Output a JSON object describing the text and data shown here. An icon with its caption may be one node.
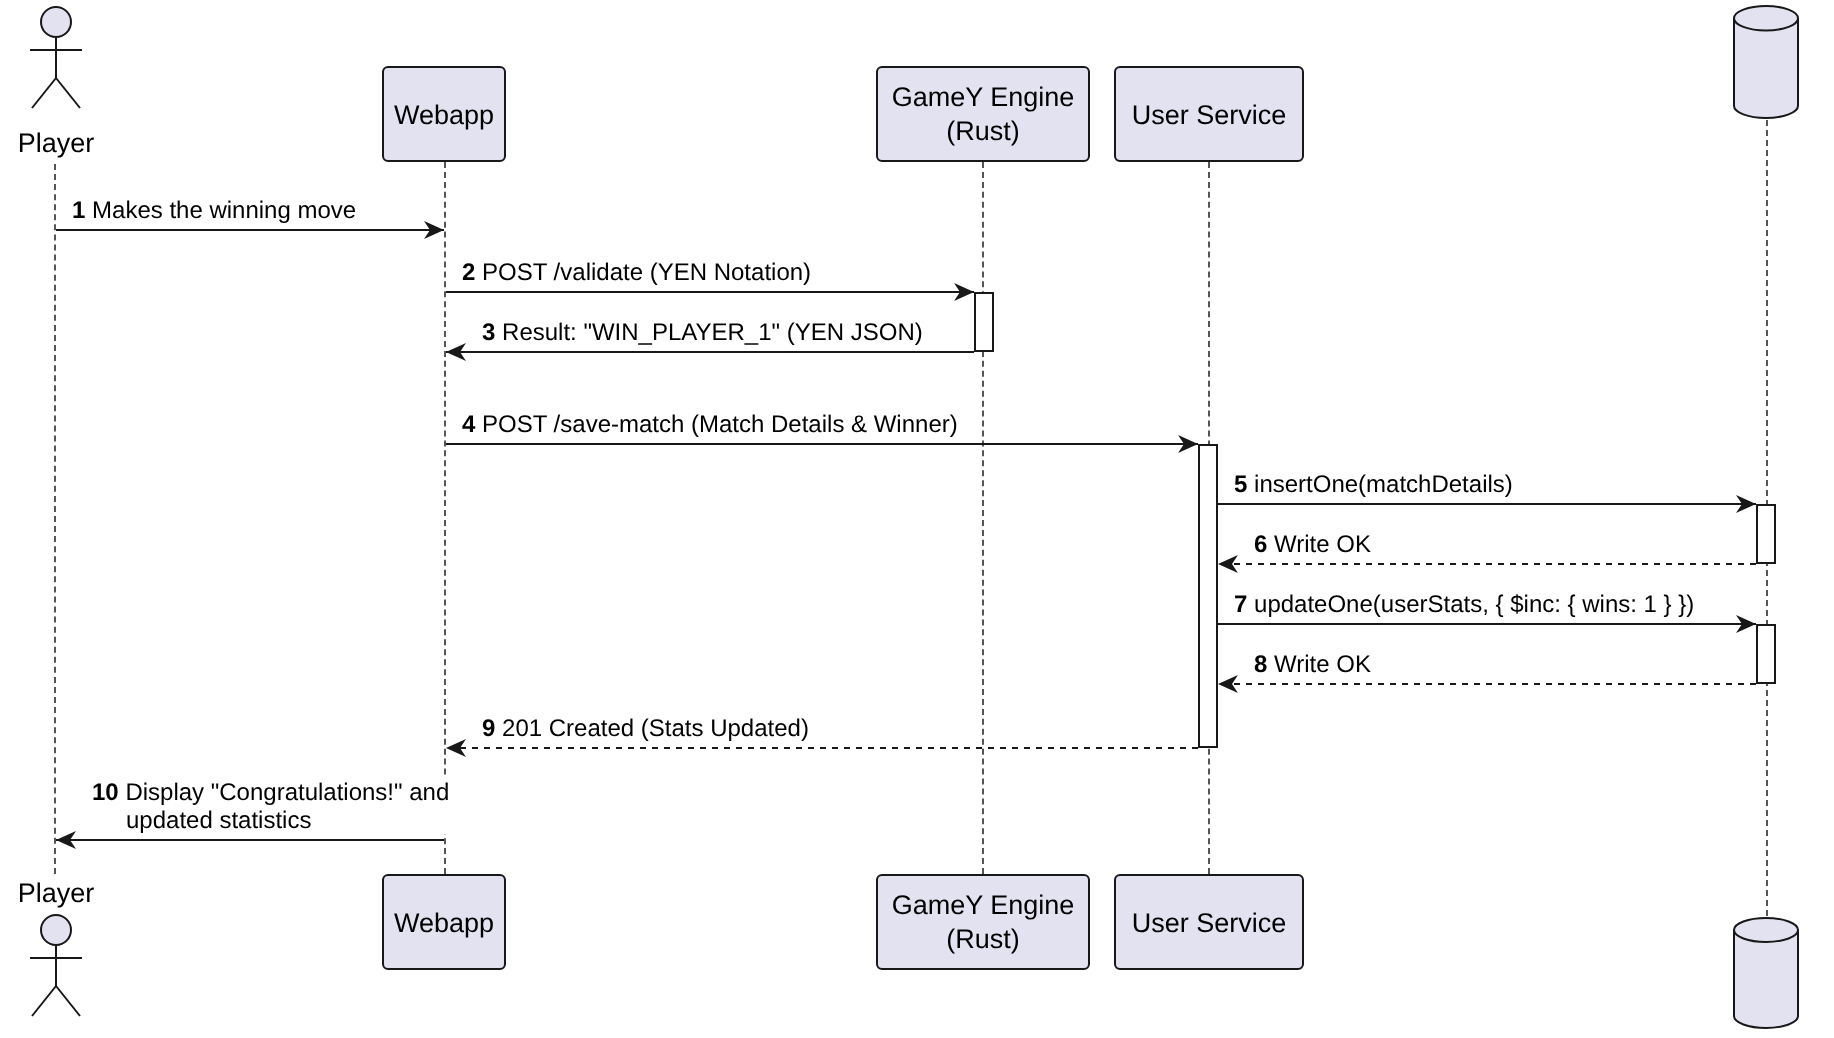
{
  "diagram": {
    "nodes": [
      {
        "text": [
          "Player"
        ]
      },
      {
        "text": [
          "Webapp"
        ]
      },
      {
        "text": [
          "GameY Engine (Rust)"
        ]
      },
      {
        "text": [
          "User Service"
        ]
      },
      {
        "text": [],
        "shape": "cylinder"
      },
      {
        "text": [
          "Player"
        ]
      },
      {
        "text": [
          "Webapp"
        ]
      },
      {
        "text": [
          "GameY Engine (Rust)"
        ]
      },
      {
        "text": [
          "User Service"
        ]
      },
      {
        "text": [],
        "shape": "cylinder"
      },
      {
        "text": [],
        "shape": "line"
      },
      {
        "text": [],
        "shape": "line"
      },
      {
        "text": [],
        "shape": "line"
      },
      {
        "text": [],
        "shape": "line"
      },
      {
        "text": [],
        "shape": "line"
      },
      {
        "text": [],
        "shape": "bar"
      },
      {
        "text": [],
        "shape": "bar"
      },
      {
        "text": [],
        "shape": "bar"
      },
      {
        "text": [],
        "shape": "bar"
      }
    ],
    "edges": [
      {
        "from": 10,
        "to": 11,
        "arrow": "to",
        "label": "**1** Makes the winning move"
      },
      {
        "from": 11,
        "to": 15,
        "arrow": "to",
        "label": "**2** POST /validate (YEN Notation)"
      },
      {
        "from": 15,
        "to": 11,
        "arrow": "to",
        "label": "**3** Result: \"WIN_PLAYER_1\" (YEN JSON)"
      },
      {
        "from": 11,
        "to": 16,
        "arrow": "to",
        "label": "**4** POST /save-match (Match Details & Winner)"
      },
      {
        "from": 16,
        "to": 17,
        "arrow": "to",
        "label": "**5** insertOne(matchDetails)"
      },
      {
        "from": 17,
        "to": 16,
        "arrow": "to",
        "label": "**6** Write OK",
        "style": "dashed"
      },
      {
        "from": 16,
        "to": 18,
        "arrow": "to",
        "label": "**7** updateOne(userStats, { $inc: { wins: 1 } })"
      },
      {
        "from": 18,
        "to": 16,
        "arrow": "to",
        "label": "**8** Write OK",
        "style": "dashed"
      },
      {
        "from": 16,
        "to": 11,
        "arrow": "to",
        "label": "**9** 201 Created (Stats Updated)",
        "style": "dashed"
      },
      {
        "from": 11,
        "to": 10,
        "arrow": "to",
        "label": "**10** Display \"Congratulations!\" and updated statistics"
      }
    ]
  }
}
